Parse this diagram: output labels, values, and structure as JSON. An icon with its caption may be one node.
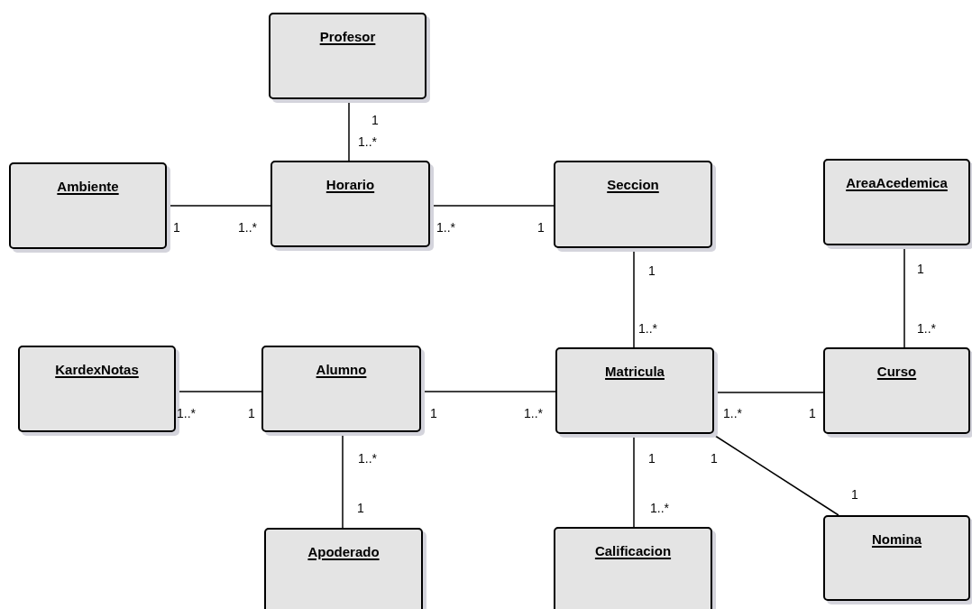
{
  "diagram": {
    "nodes": [
      {
        "text": [
          "Profesor"
        ]
      },
      {
        "text": [
          "Ambiente"
        ]
      },
      {
        "text": [
          "Horario"
        ]
      },
      {
        "text": [
          "Seccion"
        ]
      },
      {
        "text": [
          "AreaAcedemica"
        ]
      },
      {
        "text": [
          "KardexNotas"
        ]
      },
      {
        "text": [
          "Alumno"
        ]
      },
      {
        "text": [
          "Matricula"
        ]
      },
      {
        "text": [
          "Curso"
        ]
      },
      {
        "text": [
          "Apoderado"
        ]
      },
      {
        "text": [
          "Calificacion"
        ]
      },
      {
        "text": [
          "Nomina"
        ]
      }
    ],
    "edges": [
      {
        "from": 0,
        "to": 2,
        "arrow": "none"
      },
      {
        "from": 1,
        "to": 2,
        "arrow": "none"
      },
      {
        "from": 2,
        "to": 3,
        "arrow": "none"
      },
      {
        "from": 3,
        "to": 7,
        "arrow": "none"
      },
      {
        "from": 4,
        "to": 8,
        "arrow": "none"
      },
      {
        "from": 5,
        "to": 6,
        "arrow": "none"
      },
      {
        "from": 6,
        "to": 7,
        "arrow": "none"
      },
      {
        "from": 7,
        "to": 8,
        "arrow": "none"
      },
      {
        "from": 6,
        "to": 9,
        "arrow": "none"
      },
      {
        "from": 7,
        "to": 10,
        "arrow": "none"
      },
      {
        "from": 7,
        "to": 11,
        "arrow": "none"
      }
    ],
    "labels": [
      "1",
      "1..*",
      "1",
      "1..*",
      "1..*",
      "1",
      "1",
      "1",
      "1..*",
      "1..*",
      "1..*",
      "1",
      "1",
      "1..*",
      "1..*",
      "1",
      "1..*",
      "1",
      "1",
      "1",
      "1",
      "1..*"
    ]
  }
}
